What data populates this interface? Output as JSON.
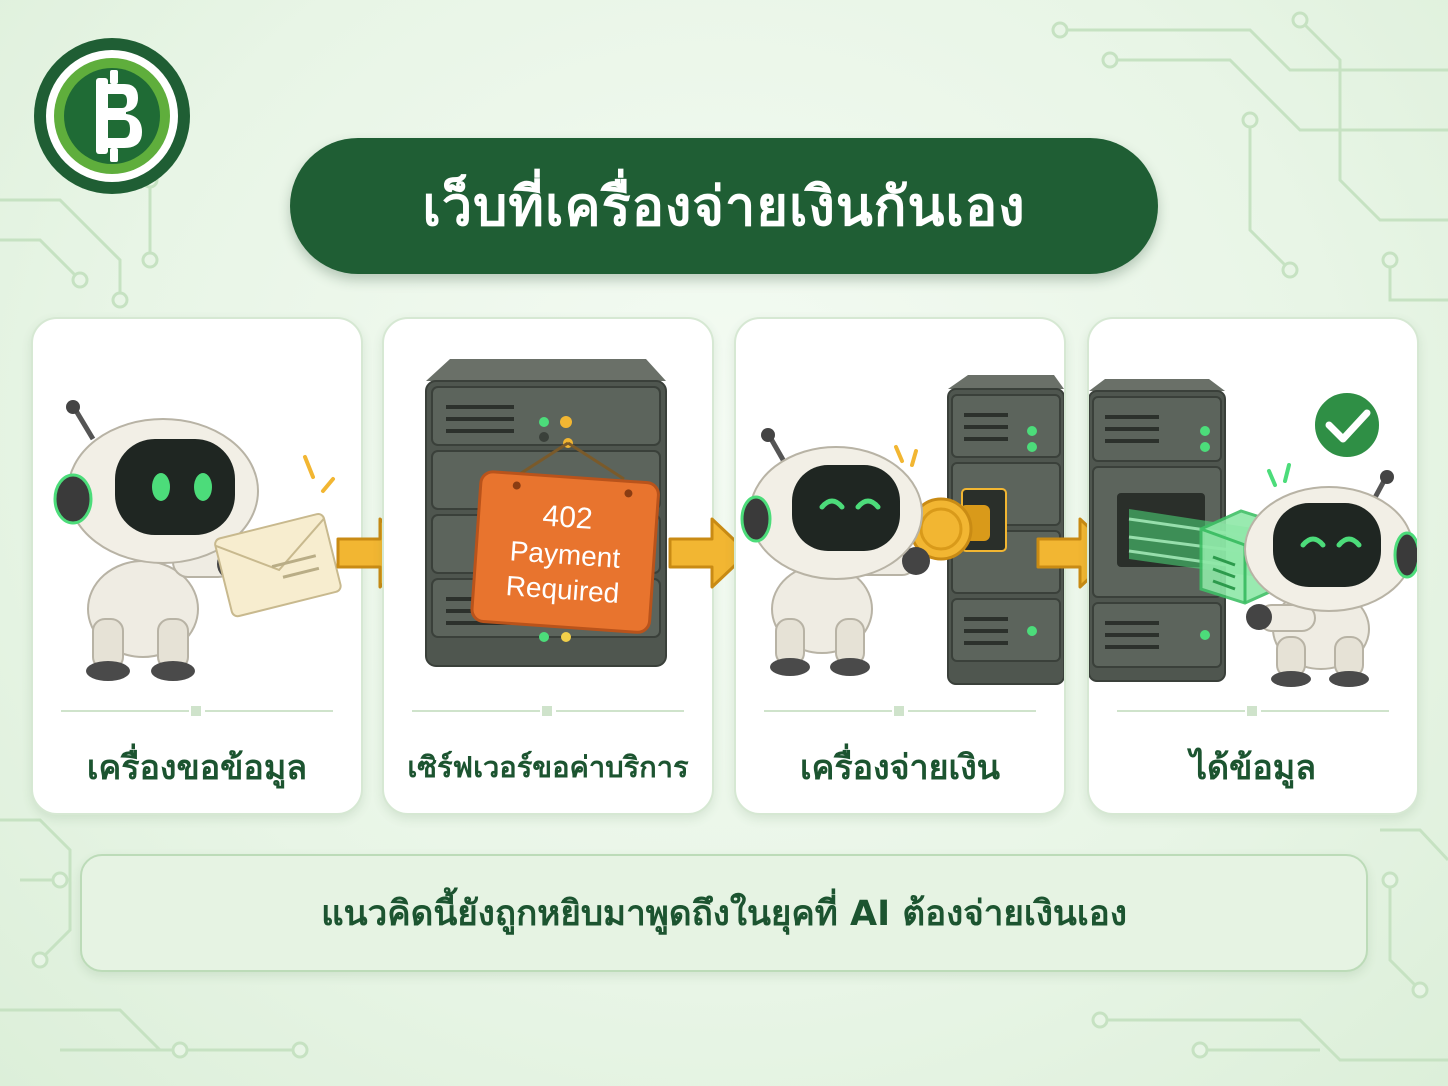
{
  "title": "เว็บที่เครื่องจ่ายเงินกันเอง",
  "logo": {
    "icon": "baht-coin-icon",
    "color": "#1f6b35"
  },
  "steps": [
    {
      "label": "เครื่องขอข้อมูล",
      "icon": "robot-sending-envelope-icon"
    },
    {
      "label": "เซิร์ฟเวอร์ขอค่าบริการ",
      "icon": "server-402-sign-icon",
      "sign_code": "402",
      "sign_line1": "Payment",
      "sign_line2": "Required"
    },
    {
      "label": "เครื่องจ่ายเงิน",
      "icon": "robot-inserting-coin-icon"
    },
    {
      "label": "ได้ข้อมูล",
      "icon": "robot-receiving-data-icon"
    }
  ],
  "footer_text": "แนวคิดนี้ยังถูกหยิบมาพูดถึงในยุคที่ AI ต้องจ่ายเงินเอง",
  "colors": {
    "primary": "#1f5e34",
    "accent_orange": "#e8742e",
    "arrow_gold": "#f2b632",
    "glow_green": "#4cdc7a"
  }
}
